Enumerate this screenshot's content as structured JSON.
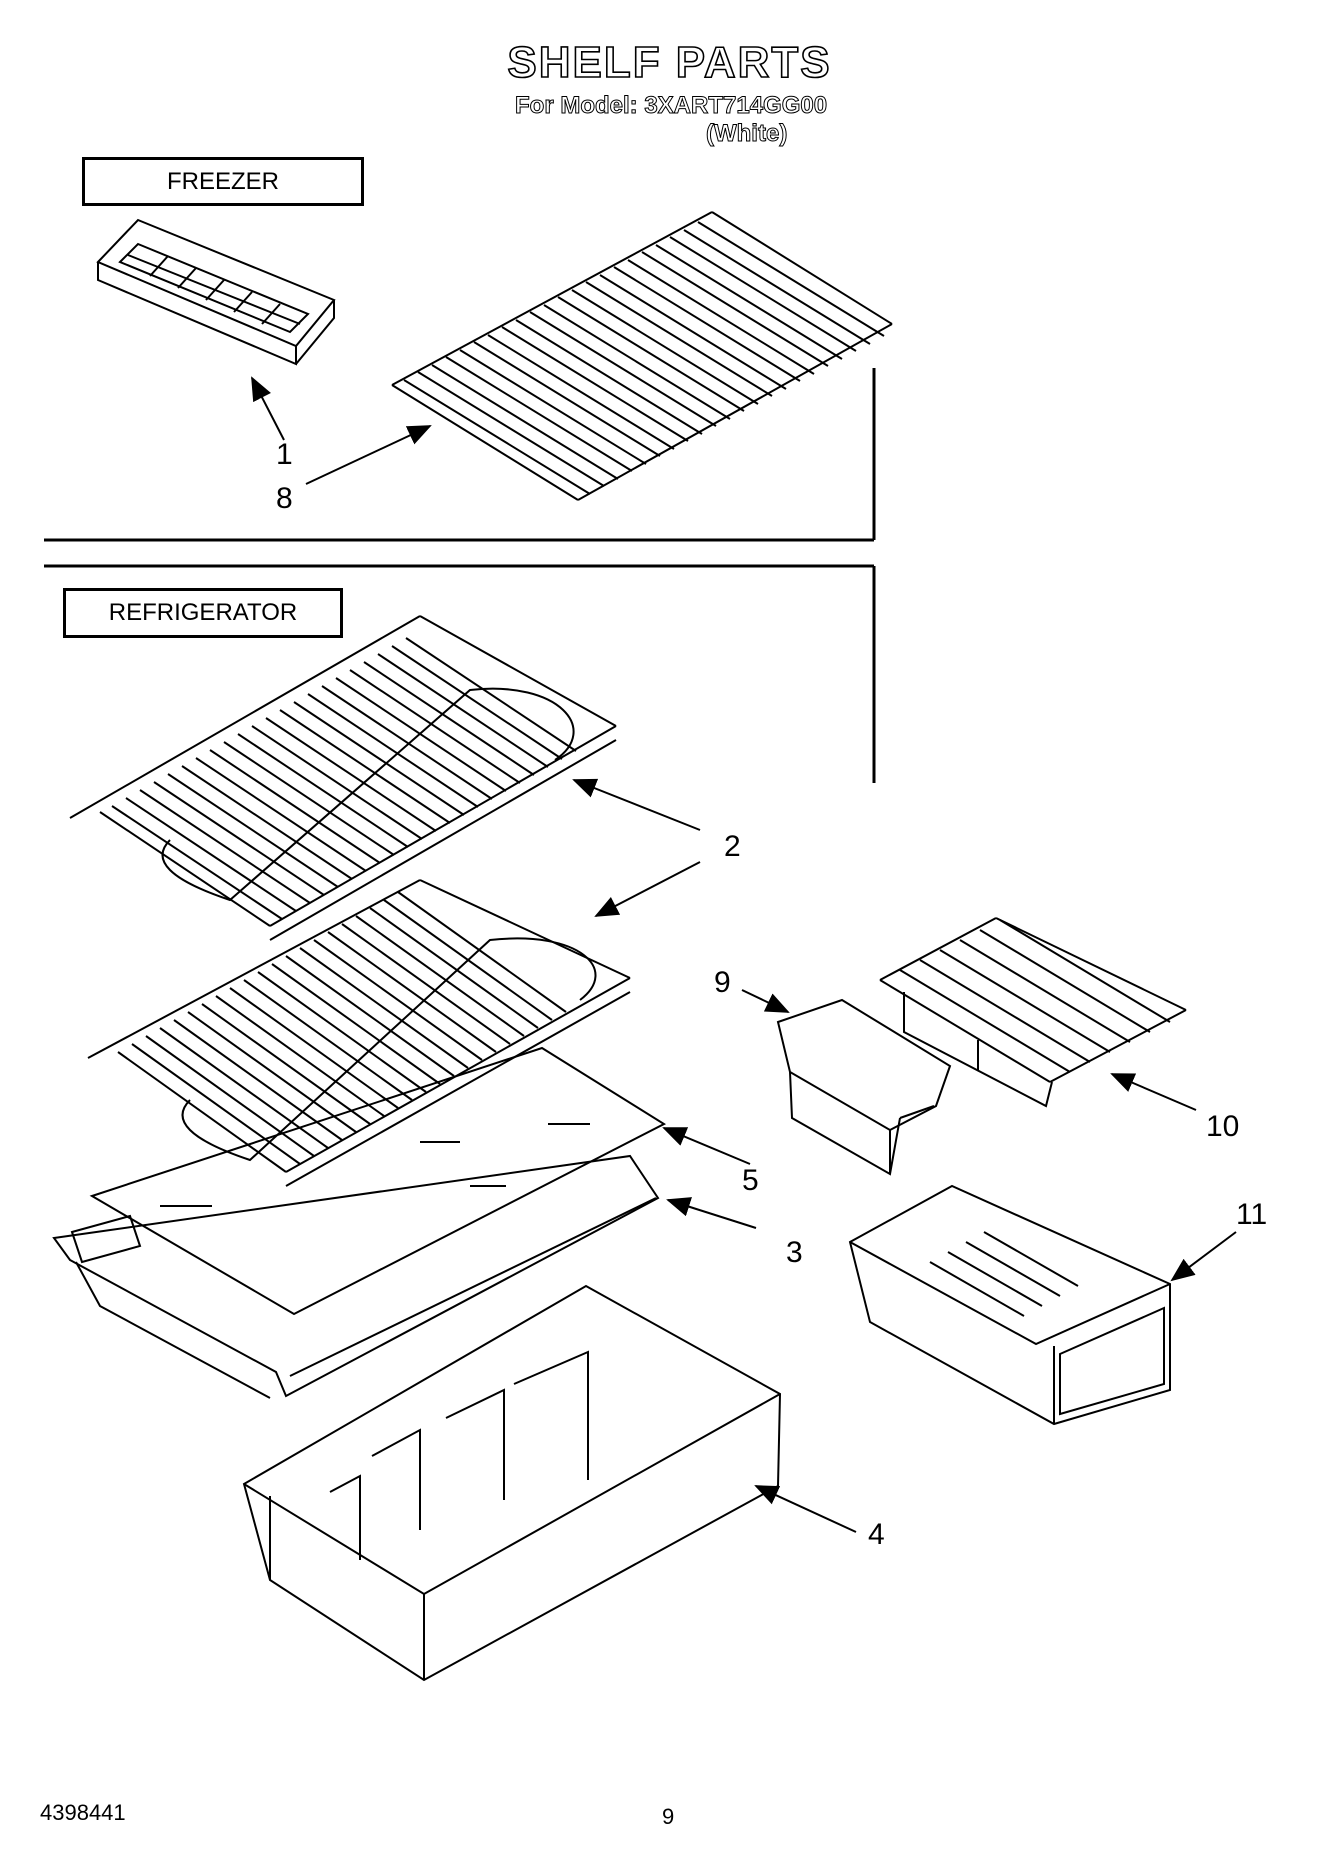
{
  "header": {
    "title": "SHELF PARTS",
    "model_line": "For Model: 3XART714GG00",
    "color_line": "(White)"
  },
  "sections": {
    "freezer_label": "FREEZER",
    "refrigerator_label": "REFRIGERATOR"
  },
  "callouts": [
    "1",
    "8",
    "2",
    "9",
    "10",
    "5",
    "3",
    "11",
    "4"
  ],
  "footer": {
    "doc_number": "4398441",
    "page_number": "9"
  }
}
